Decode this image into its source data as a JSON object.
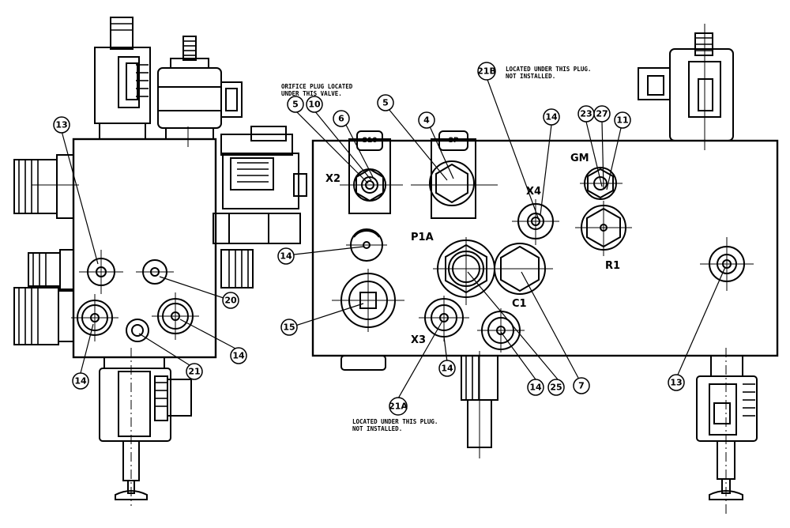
{
  "notes": {
    "orifice": [
      "ORIFICE PLUG LOCATED",
      "UNDER THIS VALVE."
    ],
    "plug_top": [
      "LOCATED UNDER THIS PLUG.",
      "NOT INSTALLED."
    ],
    "plug_bottom": [
      "LOCATED UNDER THIS PLUG.",
      "NOT INSTALLED."
    ]
  },
  "port_labels": {
    "x2": "X2",
    "x3": "X3",
    "x4": "X4",
    "p1a": "P1A",
    "c1": "C1",
    "gm": "GM",
    "r1": "R1"
  },
  "cartridge_caps": {
    "s10": "S10",
    "sp": "SP"
  },
  "callouts": {
    "left_13": "13",
    "left_20": "20",
    "left_14a": "14",
    "left_14b": "14",
    "left_21": "21",
    "c_5a": "5",
    "c_10": "10",
    "c_6": "6",
    "c_5b": "5",
    "c_4": "4",
    "c_21b": "21B",
    "c_14top": "14",
    "c_23": "23",
    "c_27": "27",
    "c_11": "11",
    "c_14mid": "14",
    "c_15": "15",
    "c_21a": "21A",
    "c_14bot": "14",
    "c_14r": "14",
    "c_25": "25",
    "c_7": "7",
    "c_13r": "13"
  }
}
